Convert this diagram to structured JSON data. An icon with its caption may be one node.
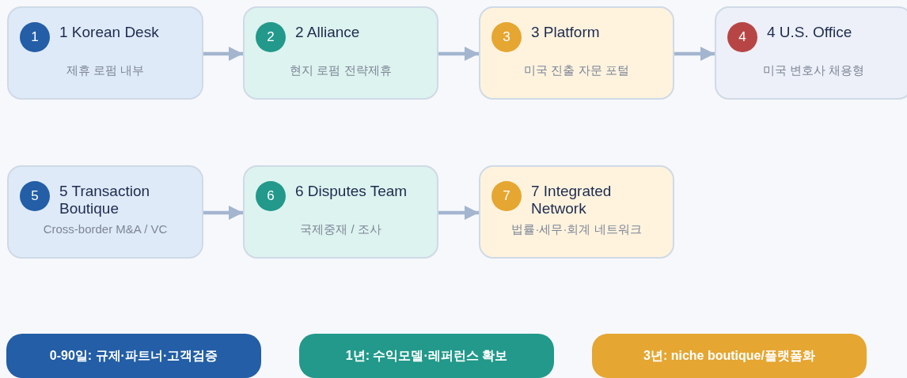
{
  "diagram": {
    "nodes": [
      {
        "text": [
          "1",
          "1 Korean Desk",
          "제휴 로펌 내부"
        ]
      },
      {
        "text": [
          "2",
          "2 Alliance",
          "현지 로펌 전략제휴"
        ]
      },
      {
        "text": [
          "3",
          "3 Platform",
          "미국 진출 자문 포털"
        ]
      },
      {
        "text": [
          "4",
          "4 U.S. Office",
          "미국 변호사 채용형"
        ]
      },
      {
        "text": [
          "5",
          "5 Transaction Boutique",
          "Cross-border M&A / VC"
        ]
      },
      {
        "text": [
          "6",
          "6 Disputes Team",
          "국제중재 / 조사"
        ]
      },
      {
        "text": [
          "7",
          "7 Integrated Network",
          "법률·세무·회계 네트워크"
        ]
      },
      {
        "text": [
          "0-90일: 규제·파트너·고객검증"
        ]
      },
      {
        "text": [
          "1년: 수익모델·레퍼런스 확보"
        ]
      },
      {
        "text": [
          "3년: niche boutique/플랫폼화"
        ]
      }
    ],
    "edges": [
      {
        "from": 0,
        "to": 1,
        "arrow": "to"
      },
      {
        "from": 1,
        "to": 2,
        "arrow": "to"
      },
      {
        "from": 2,
        "to": 3,
        "arrow": "to"
      },
      {
        "from": 4,
        "to": 5,
        "arrow": "to"
      },
      {
        "from": 5,
        "to": 6,
        "arrow": "to"
      }
    ]
  }
}
